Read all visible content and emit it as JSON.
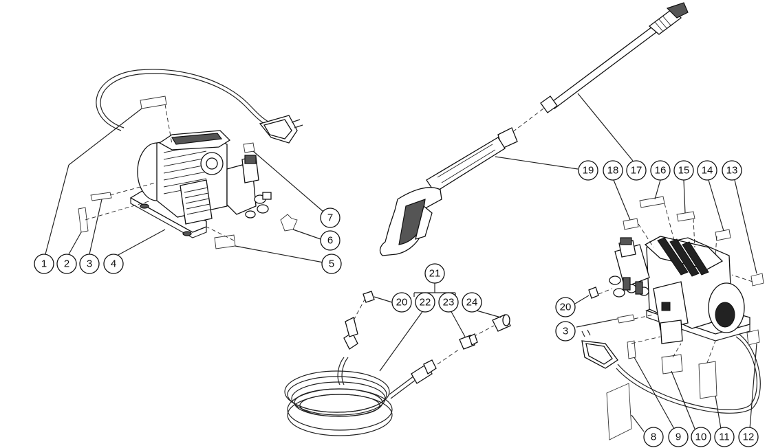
{
  "callouts": [
    {
      "id": "c1",
      "text": "1"
    },
    {
      "id": "c2",
      "text": "2"
    },
    {
      "id": "c3a",
      "text": "3"
    },
    {
      "id": "c4",
      "text": "4"
    },
    {
      "id": "c5",
      "text": "5"
    },
    {
      "id": "c6",
      "text": "6"
    },
    {
      "id": "c7",
      "text": "7"
    },
    {
      "id": "c8",
      "text": "8"
    },
    {
      "id": "c9",
      "text": "9"
    },
    {
      "id": "c10",
      "text": "10"
    },
    {
      "id": "c11",
      "text": "11"
    },
    {
      "id": "c12",
      "text": "12"
    },
    {
      "id": "c13",
      "text": "13"
    },
    {
      "id": "c14",
      "text": "14"
    },
    {
      "id": "c15",
      "text": "15"
    },
    {
      "id": "c16",
      "text": "16"
    },
    {
      "id": "c17",
      "text": "17"
    },
    {
      "id": "c18",
      "text": "18"
    },
    {
      "id": "c19",
      "text": "19"
    },
    {
      "id": "c20a",
      "text": "20"
    },
    {
      "id": "c20b",
      "text": "20"
    },
    {
      "id": "c21",
      "text": "21"
    },
    {
      "id": "c22",
      "text": "22"
    },
    {
      "id": "c23",
      "text": "23"
    },
    {
      "id": "c24",
      "text": "24"
    },
    {
      "id": "c3b",
      "text": "3"
    }
  ]
}
